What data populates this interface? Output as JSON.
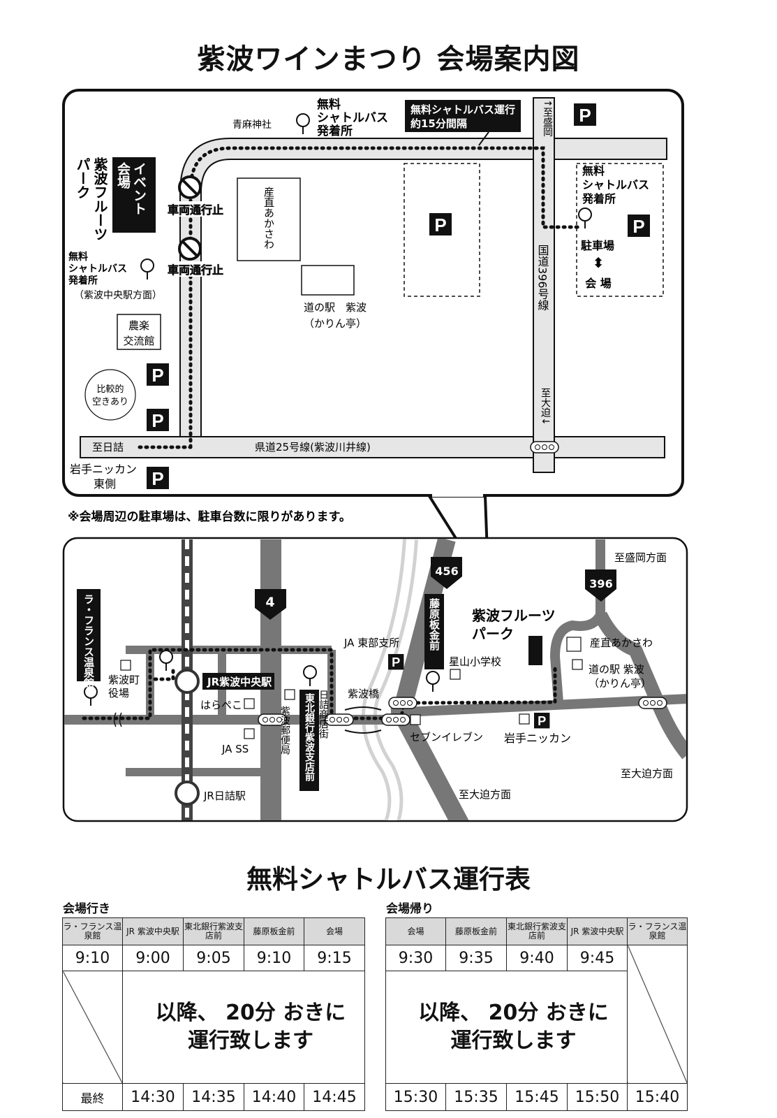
{
  "title": "紫波ワインまつり 会場案内図",
  "top_map": {
    "shrine": "青麻神社",
    "shuttle_stop_top": [
      "無料",
      "シャトルバス",
      "発着所"
    ],
    "shuttle_note": [
      "無料シャトルバス運行",
      "約15分間隔"
    ],
    "to_morioka": "↑至盛岡",
    "park": [
      "紫波フルーツ",
      "パーク"
    ],
    "event_venue": [
      "イベント",
      "会場"
    ],
    "no_entry_1": "車両通行止",
    "no_entry_2": "車両通行止",
    "shuttle_stop_left": [
      "無料",
      "シャトルバス",
      "発着所"
    ],
    "shuttle_stop_left_sub": "（紫波中央駅方面）",
    "sanchoku": "産直あかさわ",
    "michinoeki": [
      "道の駅　紫波",
      "（かりん亭）"
    ],
    "nouraku": [
      "農楽",
      "交流館"
    ],
    "relatively_empty": [
      "比較的",
      "空きあり"
    ],
    "shuttle_stop_right": [
      "無料",
      "シャトルバス",
      "発着所"
    ],
    "parking_venue": [
      "駐車場",
      "⬍",
      "会 場"
    ],
    "route396": "国道396号線",
    "to_oohasama": "至大迫↓",
    "to_hizume": "至日詰",
    "pref_road": "県道25号線(紫波川井線)",
    "iwate_nikkan": [
      "岩手ニッカン",
      "東側"
    ],
    "parking_symbol": "P"
  },
  "note": "※会場周辺の駐車場は、駐車台数に限りがあります。",
  "bottom_map": {
    "la_france": "ラ・フランス温泉館",
    "town_office": [
      "紫波町",
      "役場"
    ],
    "jr_shiwa": "JR紫波中央駅",
    "harapeko": "はらぺこ",
    "ja_ss": "JA SS",
    "post_office": "紫波郵便局",
    "tohoku_bank": "東北銀行紫波支店前",
    "shopping_street": "日詰商店街",
    "jr_hizume": "JR日詰駅",
    "route4": "4",
    "ja_east": "JA 東部支所",
    "shiwa_bridge": "紫波橋",
    "route456": "456",
    "fujiwara": "藤原板金前",
    "hoshiyama": "星山小学校",
    "park": [
      "紫波フルーツ",
      "パーク"
    ],
    "route396": "396",
    "to_morioka": "至盛岡方面",
    "sanchoku": "産直あかさわ",
    "michinoeki": [
      "道の駅 紫波",
      "（かりん亭）"
    ],
    "seven": "セブンイレブン",
    "iwate_nikkan": "岩手ニッカン",
    "to_oohasama_right": "至大迫方面",
    "to_oohasama_bottom": "至大迫方面"
  },
  "timetable": {
    "title": "無料シャトルバス運行表",
    "outbound": {
      "caption": "会場行き",
      "headers": [
        "ラ・フランス温泉館",
        "JR 紫波中央駅",
        "東北銀行紫波支店前",
        "藤原板金前",
        "会場"
      ],
      "first": [
        "9:10",
        "9:00",
        "9:05",
        "9:10",
        "9:15"
      ],
      "message": [
        "以降、 20分 おきに",
        "運行致します"
      ],
      "last_label": "最終",
      "last": [
        "14:30",
        "14:35",
        "14:40",
        "14:45"
      ]
    },
    "return": {
      "caption": "会場帰り",
      "headers": [
        "会場",
        "藤原板金前",
        "東北銀行紫波支店前",
        "JR 紫波中央駅",
        "ラ・フランス温泉館"
      ],
      "first": [
        "9:30",
        "9:35",
        "9:40",
        "9:45"
      ],
      "message": [
        "以降、 20分 おきに",
        "運行致します"
      ],
      "last": [
        "15:30",
        "15:35",
        "15:45",
        "15:50",
        "15:40"
      ]
    }
  }
}
